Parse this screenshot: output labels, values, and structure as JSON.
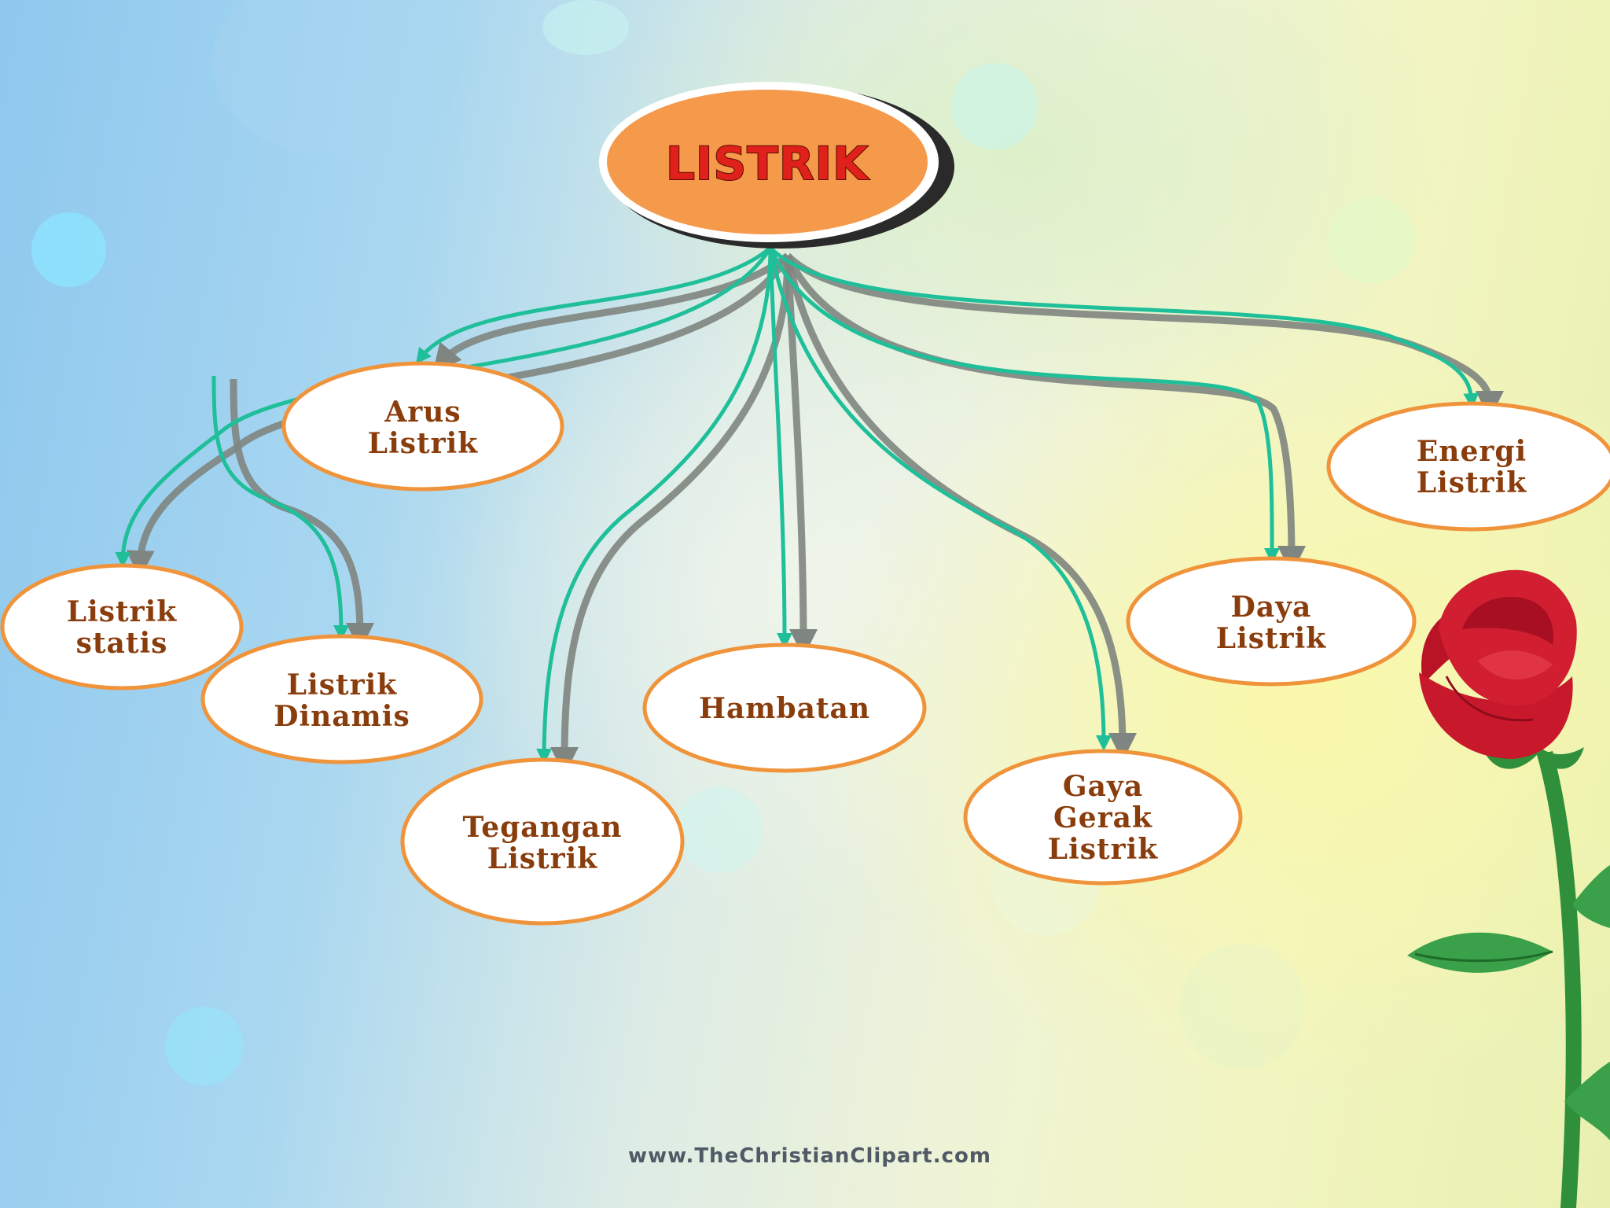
{
  "diagram": {
    "center": {
      "label": "LISTRIK"
    },
    "nodes": [
      {
        "id": "arus-listrik",
        "lines": [
          "Arus",
          "Listrik"
        ]
      },
      {
        "id": "listrik-statis",
        "lines": [
          "Listrik",
          "statis"
        ]
      },
      {
        "id": "listrik-dinamis",
        "lines": [
          "Listrik",
          "Dinamis"
        ]
      },
      {
        "id": "tegangan-listrik",
        "lines": [
          "Tegangan",
          "Listrik"
        ]
      },
      {
        "id": "hambatan",
        "lines": [
          "Hambatan"
        ]
      },
      {
        "id": "gaya-gerak-listrik",
        "lines": [
          "Gaya",
          "Gerak",
          "Listrik"
        ]
      },
      {
        "id": "daya-listrik",
        "lines": [
          "Daya",
          "Listrik"
        ]
      },
      {
        "id": "energi-listrik",
        "lines": [
          "Energi",
          "Listrik"
        ]
      }
    ]
  },
  "colors": {
    "center_fill": "#f59a4a",
    "node_border": "#f0943c",
    "node_text": "#8a3d0c",
    "arrow_teal": "#1fbf9a",
    "arrow_gray": "#7f8580",
    "center_text": "#e0201a"
  },
  "watermark": "www.TheChristianClipart.com"
}
